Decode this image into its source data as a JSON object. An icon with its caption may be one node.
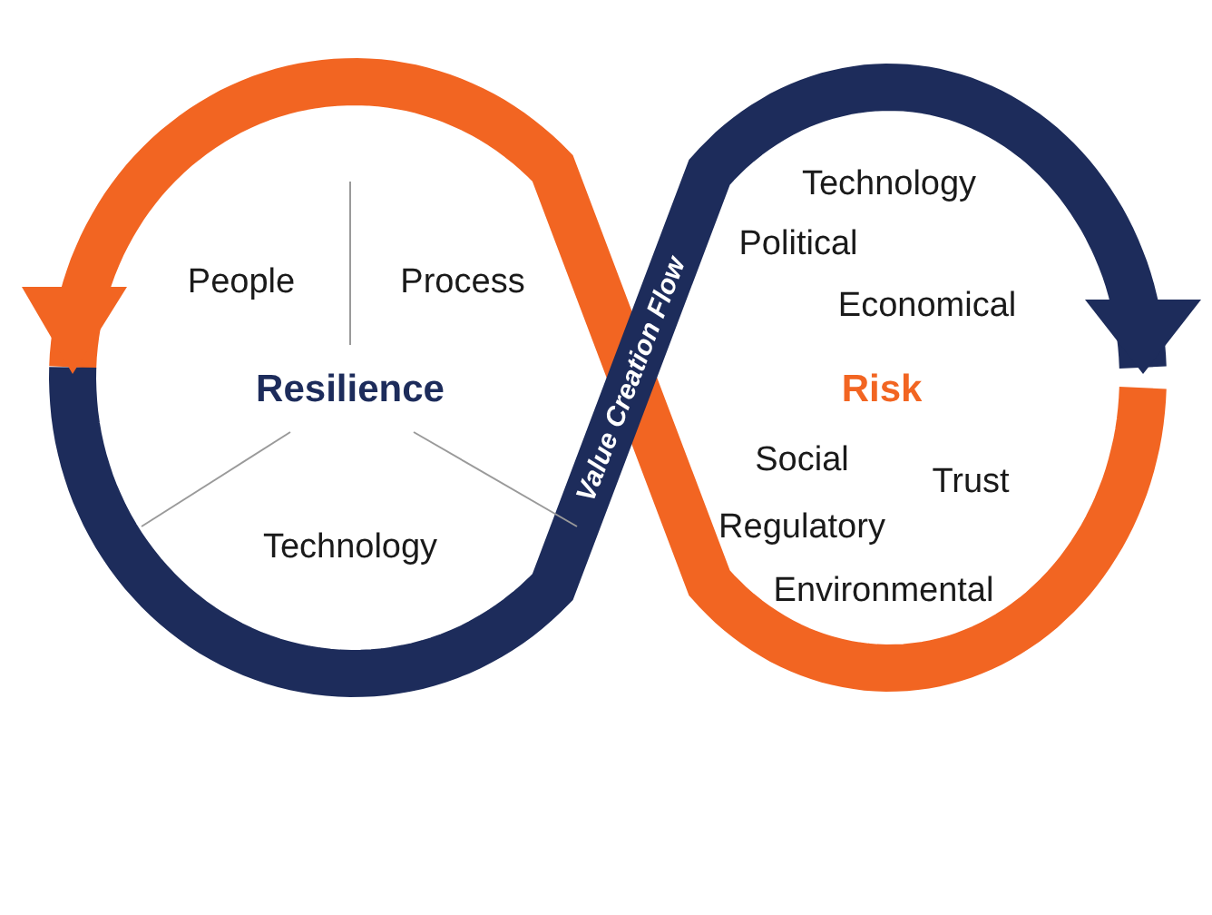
{
  "diagram": {
    "nodes": [
      {
        "text": [
          "Resilience"
        ]
      },
      {
        "text": [
          "Risk"
        ]
      }
    ],
    "labels": [
      "People",
      "Process",
      "Technology",
      "Value Creation Flow",
      "Technology",
      "Political",
      "Economical",
      "Social",
      "Trust",
      "Regulatory",
      "Environmental"
    ]
  }
}
